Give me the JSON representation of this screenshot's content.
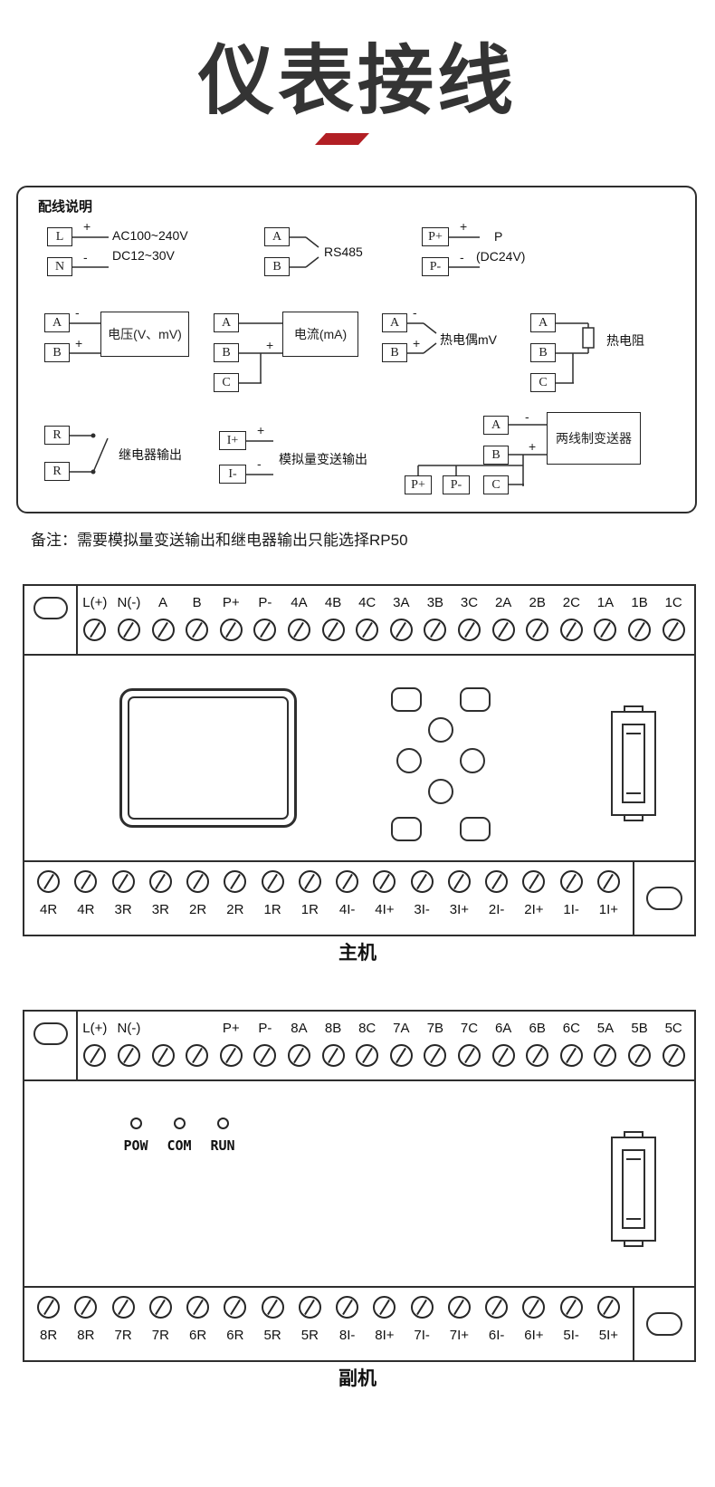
{
  "page": {
    "title": "仪表接线",
    "note": "备注：需要模拟量变送输出和继电器输出只能选择RP50",
    "accent_color": "#b21f24",
    "line_color": "#2e2e2e"
  },
  "wiring": {
    "heading": "配线说明",
    "plus": "+",
    "minus": "-",
    "power": {
      "t1": "L",
      "t2": "N",
      "line1": "AC100~240V",
      "line2": "DC12~30V"
    },
    "rs485": {
      "t1": "A",
      "t2": "B",
      "label": "RS485"
    },
    "p24": {
      "t1": "P+",
      "t2": "P-",
      "line1": "P",
      "line2": "(DC24V)"
    },
    "voltage": {
      "t1": "A",
      "t2": "B",
      "label": "电压(V、mV)"
    },
    "current": {
      "t1": "A",
      "t2": "B",
      "t3": "C",
      "label": "电流(mA)"
    },
    "thermocouple": {
      "t1": "A",
      "t2": "B",
      "label": "热电偶mV"
    },
    "rtd": {
      "t1": "A",
      "t2": "B",
      "t3": "C",
      "label": "热电阻"
    },
    "relay": {
      "t1": "R",
      "t2": "R",
      "label": "继电器输出"
    },
    "analog_out": {
      "t1": "I+",
      "t2": "I-",
      "label": "模拟量变送输出"
    },
    "transmitter": {
      "tp1": "P+",
      "tp2": "P-",
      "t1": "A",
      "t2": "B",
      "t3": "C",
      "label": "两线制变送器"
    }
  },
  "main_unit": {
    "caption": "主机",
    "top_labels": [
      "L(+)",
      "N(-)",
      "A",
      "B",
      "P+",
      "P-",
      "4A",
      "4B",
      "4C",
      "3A",
      "3B",
      "3C",
      "2A",
      "2B",
      "2C",
      "1A",
      "1B",
      "1C"
    ],
    "bottom_labels": [
      "4R",
      "4R",
      "3R",
      "3R",
      "2R",
      "2R",
      "1R",
      "1R",
      "4I-",
      "4I+",
      "3I-",
      "3I+",
      "2I-",
      "2I+",
      "1I-",
      "1I+"
    ]
  },
  "sub_unit": {
    "caption": "副机",
    "top_labels": [
      "L(+)",
      "N(-)",
      "",
      "",
      "P+",
      "P-",
      "8A",
      "8B",
      "8C",
      "7A",
      "7B",
      "7C",
      "6A",
      "6B",
      "6C",
      "5A",
      "5B",
      "5C"
    ],
    "leds": [
      "POW",
      "COM",
      "RUN"
    ],
    "bottom_labels": [
      "8R",
      "8R",
      "7R",
      "7R",
      "6R",
      "6R",
      "5R",
      "5R",
      "8I-",
      "8I+",
      "7I-",
      "7I+",
      "6I-",
      "6I+",
      "5I-",
      "5I+"
    ]
  }
}
